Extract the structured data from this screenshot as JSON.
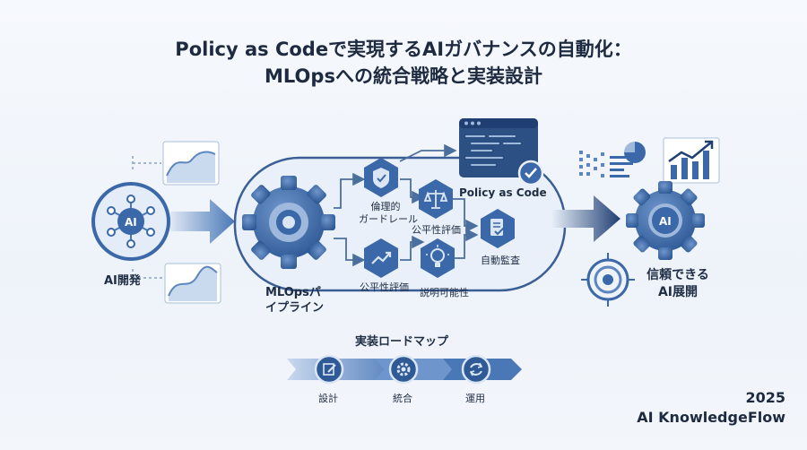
{
  "title": {
    "line1": "Policy as Codeで実現するAIガバナンスの自動化：",
    "line2": "MLOpsへの統合戦略と実装設計"
  },
  "left": {
    "node_label": "AI",
    "caption": "AI開発"
  },
  "pipeline": {
    "caption_line1": "MLOpsパ",
    "caption_line2": "イプライン",
    "nodes": {
      "ethics_line1": "倫理的",
      "ethics_line2": "ガードレール",
      "fairness_top": "公平性評価",
      "fairness_bottom": "公平性評価",
      "explainability": "説明可能性",
      "audit": "自動監査"
    }
  },
  "policy_as_code": "Policy as Code",
  "right": {
    "gear_label": "AI",
    "caption_line1": "信頼できる",
    "caption_line2": "AI展開"
  },
  "roadmap": {
    "title": "実装ロードマップ",
    "steps": [
      "設計",
      "統合",
      "運用"
    ]
  },
  "footer": {
    "year": "2025",
    "brand": "AI KnowledgeFlow"
  },
  "colors": {
    "primary": "#3a68a8",
    "dark": "#1f3f73",
    "light": "#9fb9dc",
    "pale": "#dbe6f4"
  }
}
